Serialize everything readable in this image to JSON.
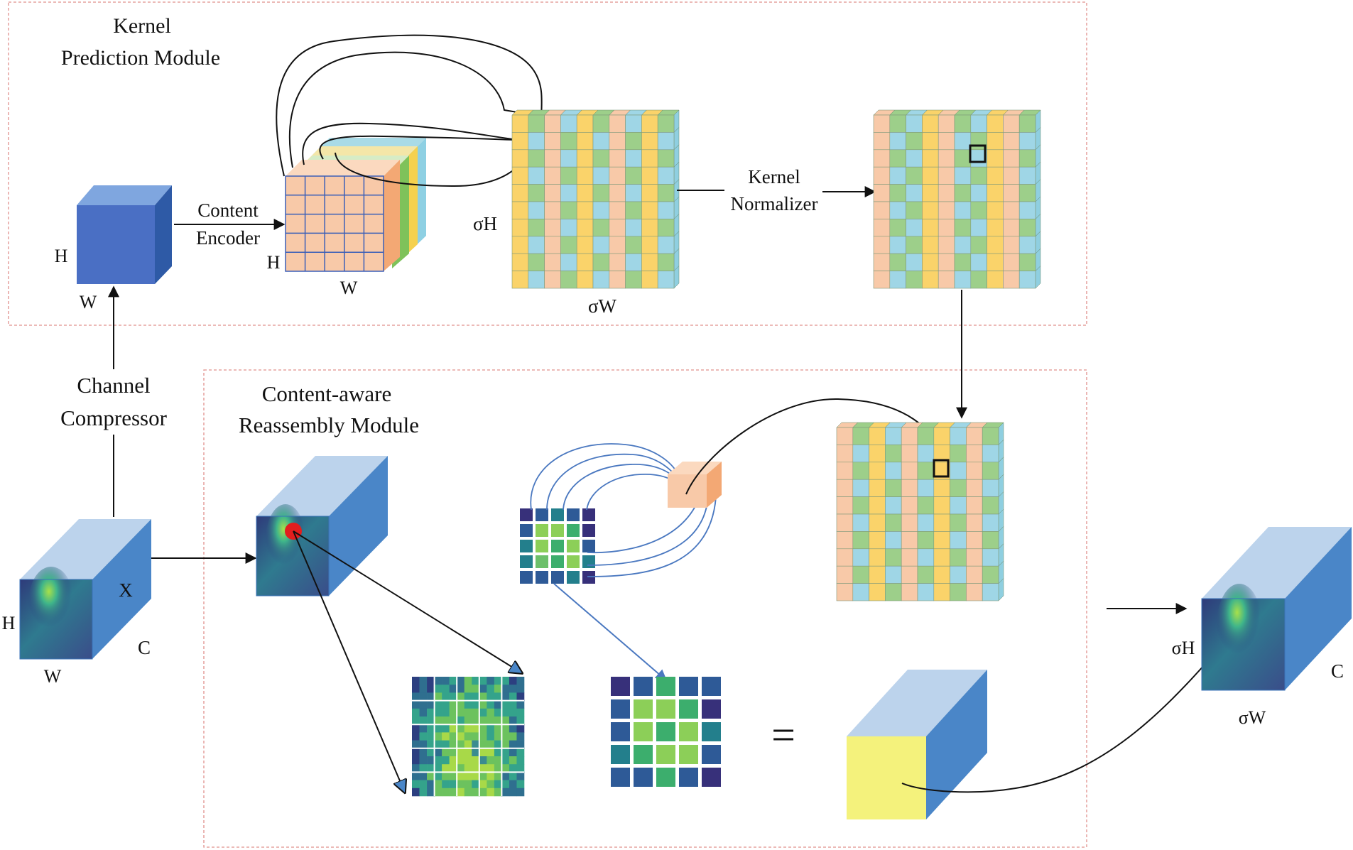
{
  "kernel_prediction_module": {
    "title_line1": "Kernel",
    "title_line2": "Prediction Module",
    "compressed_H": "H",
    "compressed_W": "W",
    "content_encoder_line1": "Content",
    "content_encoder_line2": "Encoder",
    "encoder_H": "H",
    "encoder_W": "W",
    "kernel_map_height": "σH",
    "kernel_map_width": "σW",
    "normalizer_line1": "Kernel",
    "normalizer_line2": "Normalizer"
  },
  "channel_compressor": {
    "line1": "Channel",
    "line2": "Compressor"
  },
  "input_feature": {
    "H": "H",
    "W": "W",
    "X": "X",
    "C": "C"
  },
  "reassembly_module": {
    "title_line1": "Content-aware",
    "title_line2": "Reassembly Module",
    "equals": "="
  },
  "output_feature": {
    "height": "σH",
    "width": "σW",
    "C": "C"
  },
  "colors": {
    "module_border": "#e0908c",
    "cube_front": "#4a86c8",
    "cube_top": "#bcd3ec",
    "cube_side": "#3b73b8",
    "kernel_peach": "#f8c9a8",
    "kernel_yellow": "#fad36a",
    "kernel_green": "#9dcf8a",
    "kernel_blue": "#9fd6e6",
    "arrow_blue": "#4a78c0",
    "reassembled_yellow": "#f4f27c",
    "red_point": "#e21e1e"
  }
}
